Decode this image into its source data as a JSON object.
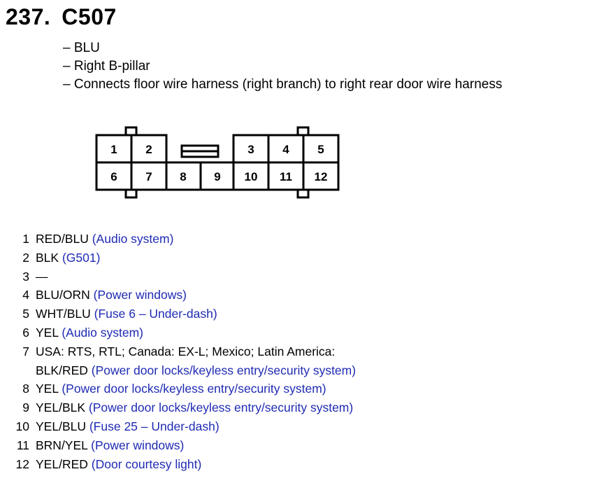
{
  "header": {
    "number": "237.",
    "connector_id": "C507"
  },
  "description": [
    "– BLU",
    "– Right B-pillar",
    "– Connects floor wire harness (right branch) to right rear door wire harness"
  ],
  "connector": {
    "top_row": [
      "1",
      "2",
      "3",
      "4",
      "5"
    ],
    "bottom_row": [
      "6",
      "7",
      "8",
      "9",
      "10",
      "11",
      "12"
    ]
  },
  "pins": [
    {
      "num": "1",
      "wire": "RED/BLU",
      "func": "(Audio system)"
    },
    {
      "num": "2",
      "wire": "BLK",
      "func": "(G501)"
    },
    {
      "num": "3",
      "wire": "—",
      "func": ""
    },
    {
      "num": "4",
      "wire": "BLU/ORN",
      "func": "(Power windows)"
    },
    {
      "num": "5",
      "wire": "WHT/BLU",
      "func": "(Fuse 6 – Under-dash)"
    },
    {
      "num": "6",
      "wire": "YEL",
      "func": "(Audio system)"
    },
    {
      "num": "7",
      "prefix": "USA: RTS, RTL; Canada: EX-L; Mexico; Latin America:",
      "wire": "BLK/RED",
      "func": "(Power door locks/keyless entry/security system)"
    },
    {
      "num": "8",
      "wire": "YEL",
      "func": "(Power door locks/keyless entry/security system)"
    },
    {
      "num": "9",
      "wire": "YEL/BLK",
      "func": "(Power door locks/keyless entry/security system)"
    },
    {
      "num": "10",
      "wire": "YEL/BLU",
      "func": "(Fuse 25 – Under-dash)"
    },
    {
      "num": "11",
      "wire": "BRN/YEL",
      "func": "(Power windows)"
    },
    {
      "num": "12",
      "wire": "YEL/RED",
      "func": "(Door courtesy light)"
    }
  ],
  "colors": {
    "function_text": "#1f2bb3",
    "connector_line": "#000000"
  }
}
